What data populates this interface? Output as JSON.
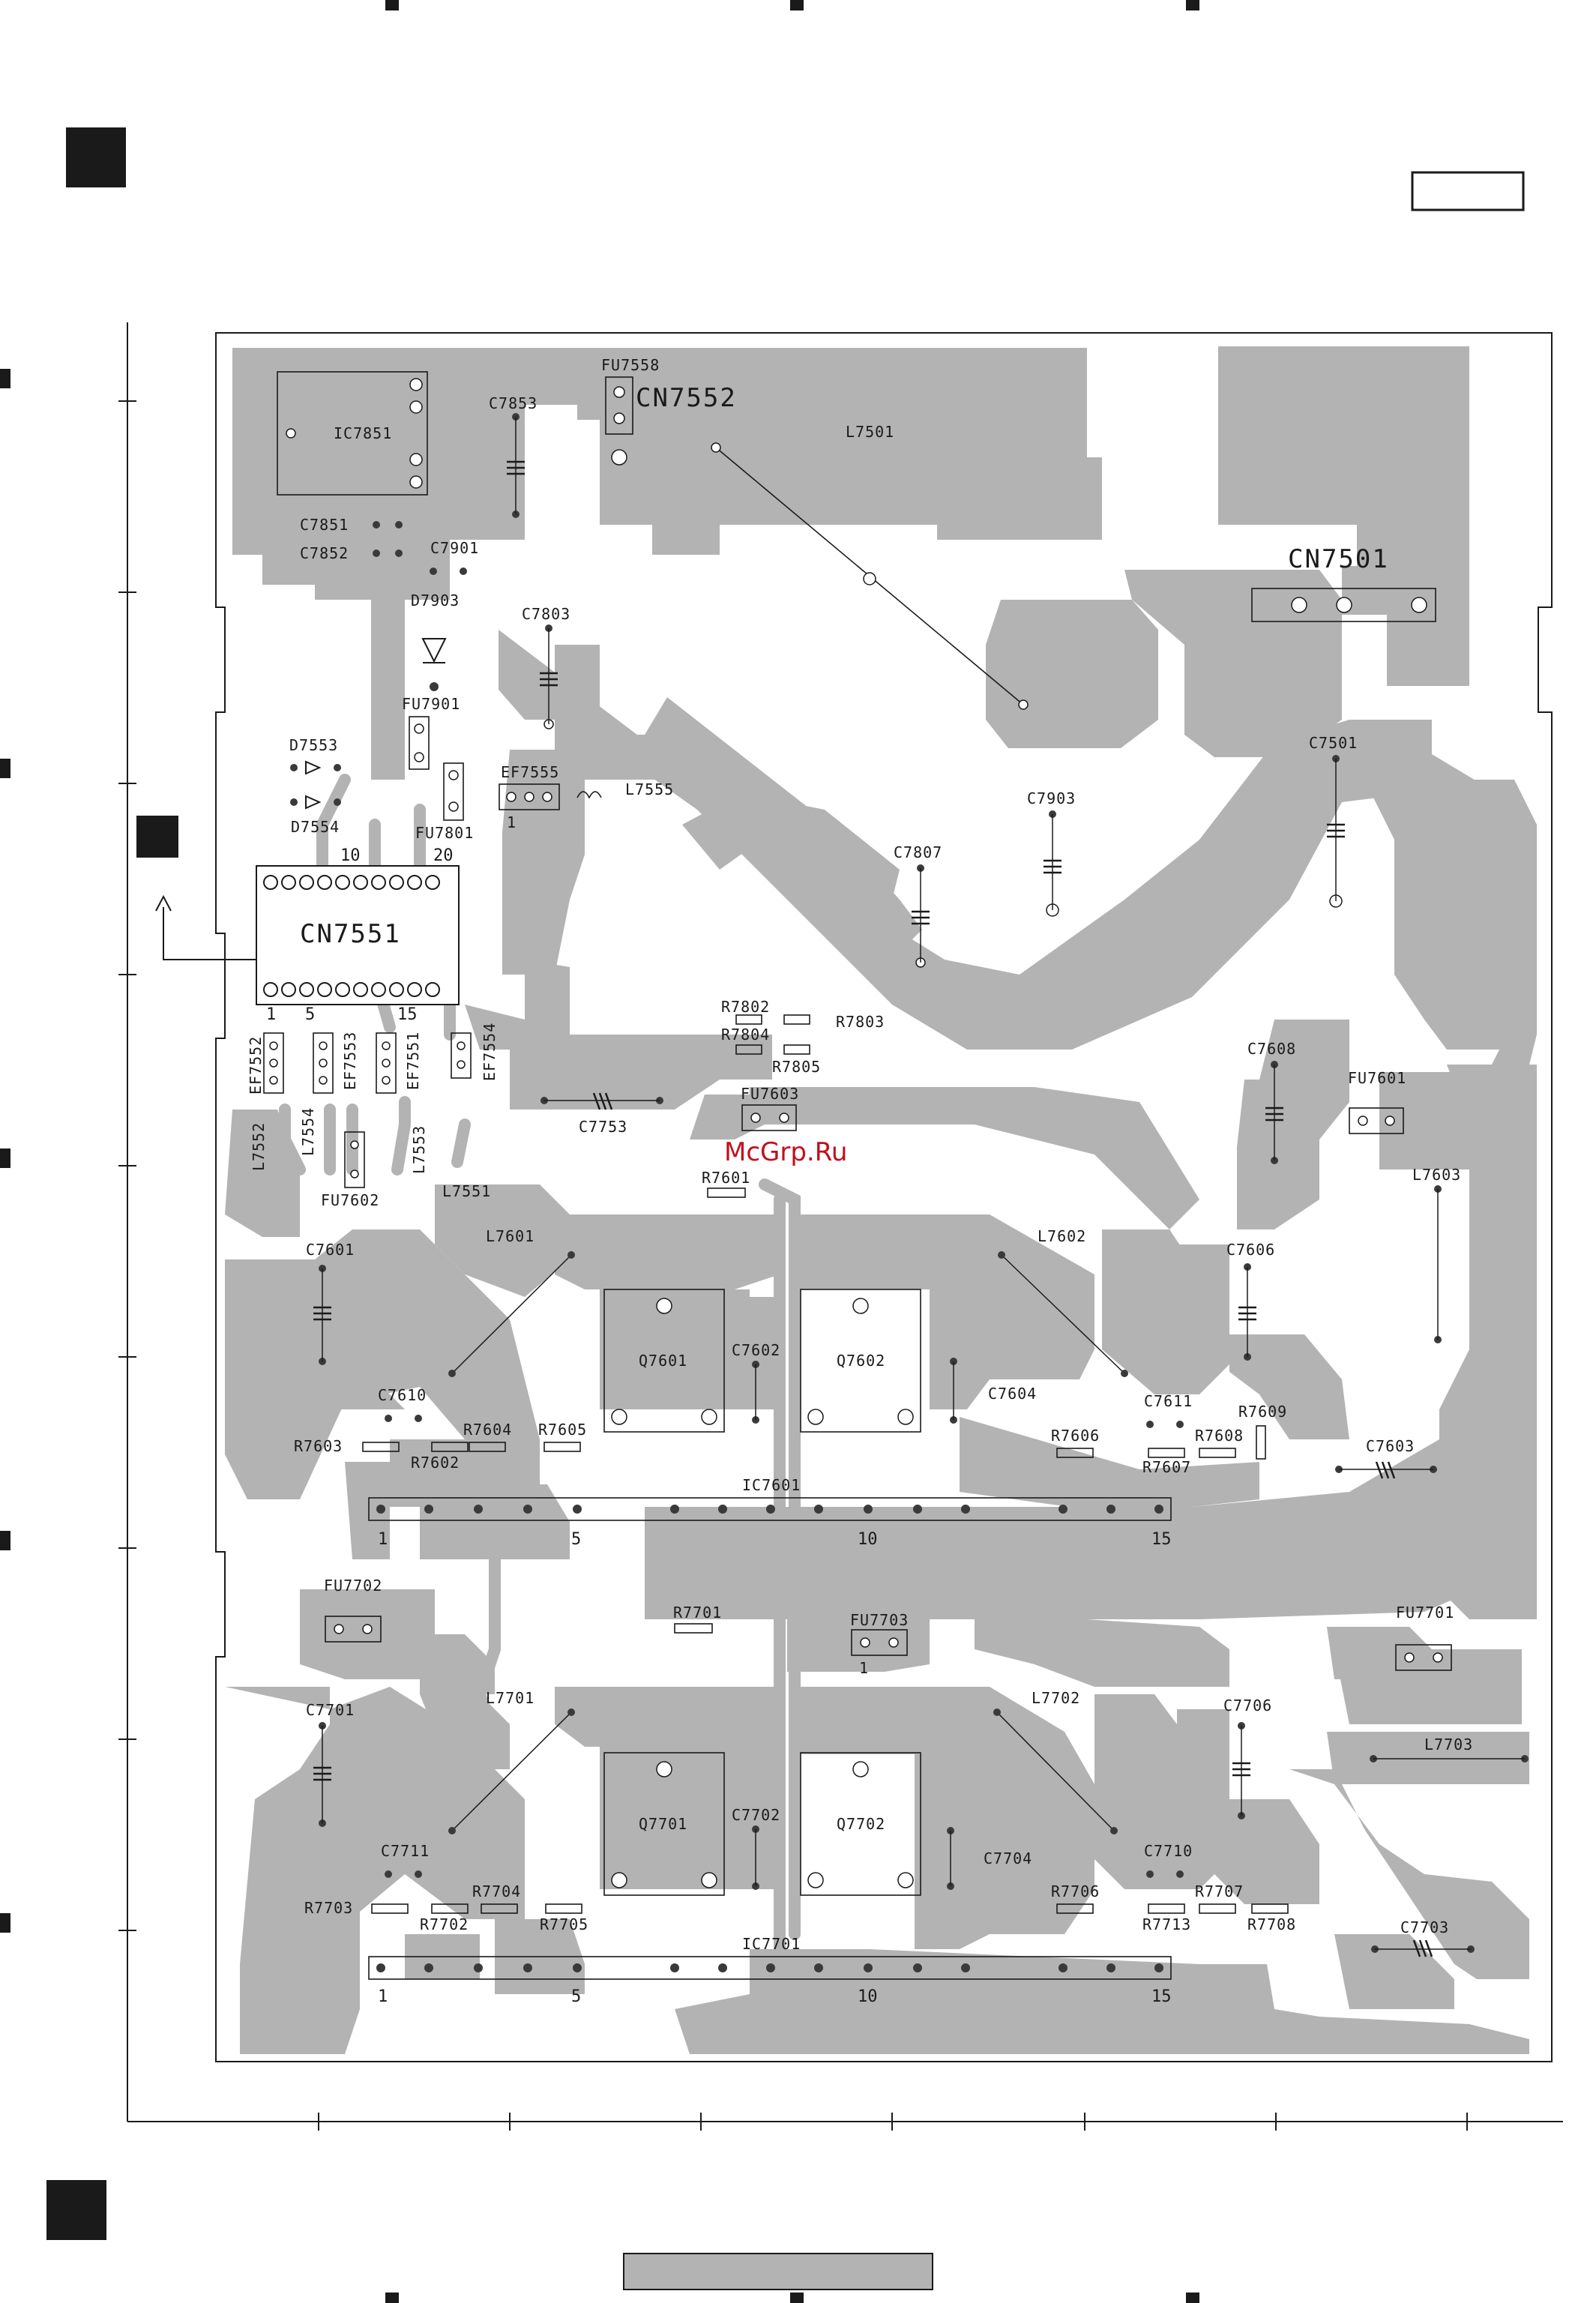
{
  "watermark": "McGrp.Ru",
  "connectors": {
    "cn7551": {
      "label": "CN7551",
      "pin_1": "1",
      "pin_5": "5",
      "pin_10": "10",
      "pin_15": "15",
      "pin_20": "20"
    },
    "cn7552": {
      "label": "CN7552"
    },
    "cn7501": {
      "label": "CN7501"
    }
  },
  "ic": {
    "ic7851": "IC7851",
    "ic7601": {
      "label": "IC7601",
      "pin_1": "1",
      "pin_5": "5",
      "pin_10": "10",
      "pin_15": "15"
    },
    "ic7701": {
      "label": "IC7701",
      "pin_1": "1",
      "pin_5": "5",
      "pin_10": "10",
      "pin_15": "15"
    }
  },
  "transistors": {
    "q7601": "Q7601",
    "q7602": "Q7602",
    "q7701": "Q7701",
    "q7702": "Q7702"
  },
  "inductors": {
    "l7501": "L7501",
    "l7555": "L7555",
    "l7551": "L7551",
    "l7552": "L7552",
    "l7553": "L7553",
    "l7554": "L7554",
    "l7601": "L7601",
    "l7602": "L7602",
    "l7603": "L7603",
    "l7701": "L7701",
    "l7702": "L7702",
    "l7703": "L7703"
  },
  "capacitors": {
    "c7853": "C7853",
    "c7851": "C7851",
    "c7852": "C7852",
    "c7901": "C7901",
    "c7803": "C7803",
    "c7903": "C7903",
    "c7807": "C7807",
    "c7501": "C7501",
    "c7753": "C7753",
    "c7608": "C7608",
    "c7601": "C7601",
    "c7606": "C7606",
    "c7602": "C7602",
    "c7604": "C7604",
    "c7610": "C7610",
    "c7611": "C7611",
    "c7603": "C7603",
    "c7701": "C7701",
    "c7706": "C7706",
    "c7702": "C7702",
    "c7704": "C7704",
    "c7711": "C7711",
    "c7710": "C7710",
    "c7703": "C7703"
  },
  "resistors": {
    "r7802": "R7802",
    "r7803": "R7803",
    "r7804": "R7804",
    "r7805": "R7805",
    "r7601": "R7601",
    "r7603": "R7603",
    "r7602": "R7602",
    "r7604": "R7604",
    "r7605": "R7605",
    "r7606": "R7606",
    "r7607": "R7607",
    "r7608": "R7608",
    "r7609": "R7609",
    "r7701": "R7701",
    "r7703": "R7703",
    "r7702": "R7702",
    "r7704": "R7704",
    "r7705": "R7705",
    "r7706": "R7706",
    "r7713": "R7713",
    "r7707": "R7707",
    "r7708": "R7708"
  },
  "fuses": {
    "fu7558": "FU7558",
    "fu7901": "FU7901",
    "fu7801": "FU7801",
    "fu7603": "FU7603",
    "fu7601": "FU7601",
    "fu7602": "FU7602",
    "fu7702": "FU7702",
    "fu7703": "FU7703",
    "fu7701": "FU7701"
  },
  "ef": {
    "ef7555": "EF7555",
    "ef7552": "EF7552",
    "ef7553": "EF7553",
    "ef7551": "EF7551",
    "ef7554": "EF7554"
  },
  "diodes": {
    "d7903": "D7903",
    "d7553": "D7553",
    "d7554": "D7554"
  },
  "pin_markers": {
    "ef7555_pin": "1",
    "fu7703_pin": "1"
  },
  "colors": {
    "copper": "#b3b3b3",
    "ink": "#1a1a1a",
    "watermark": "#c0101e"
  }
}
